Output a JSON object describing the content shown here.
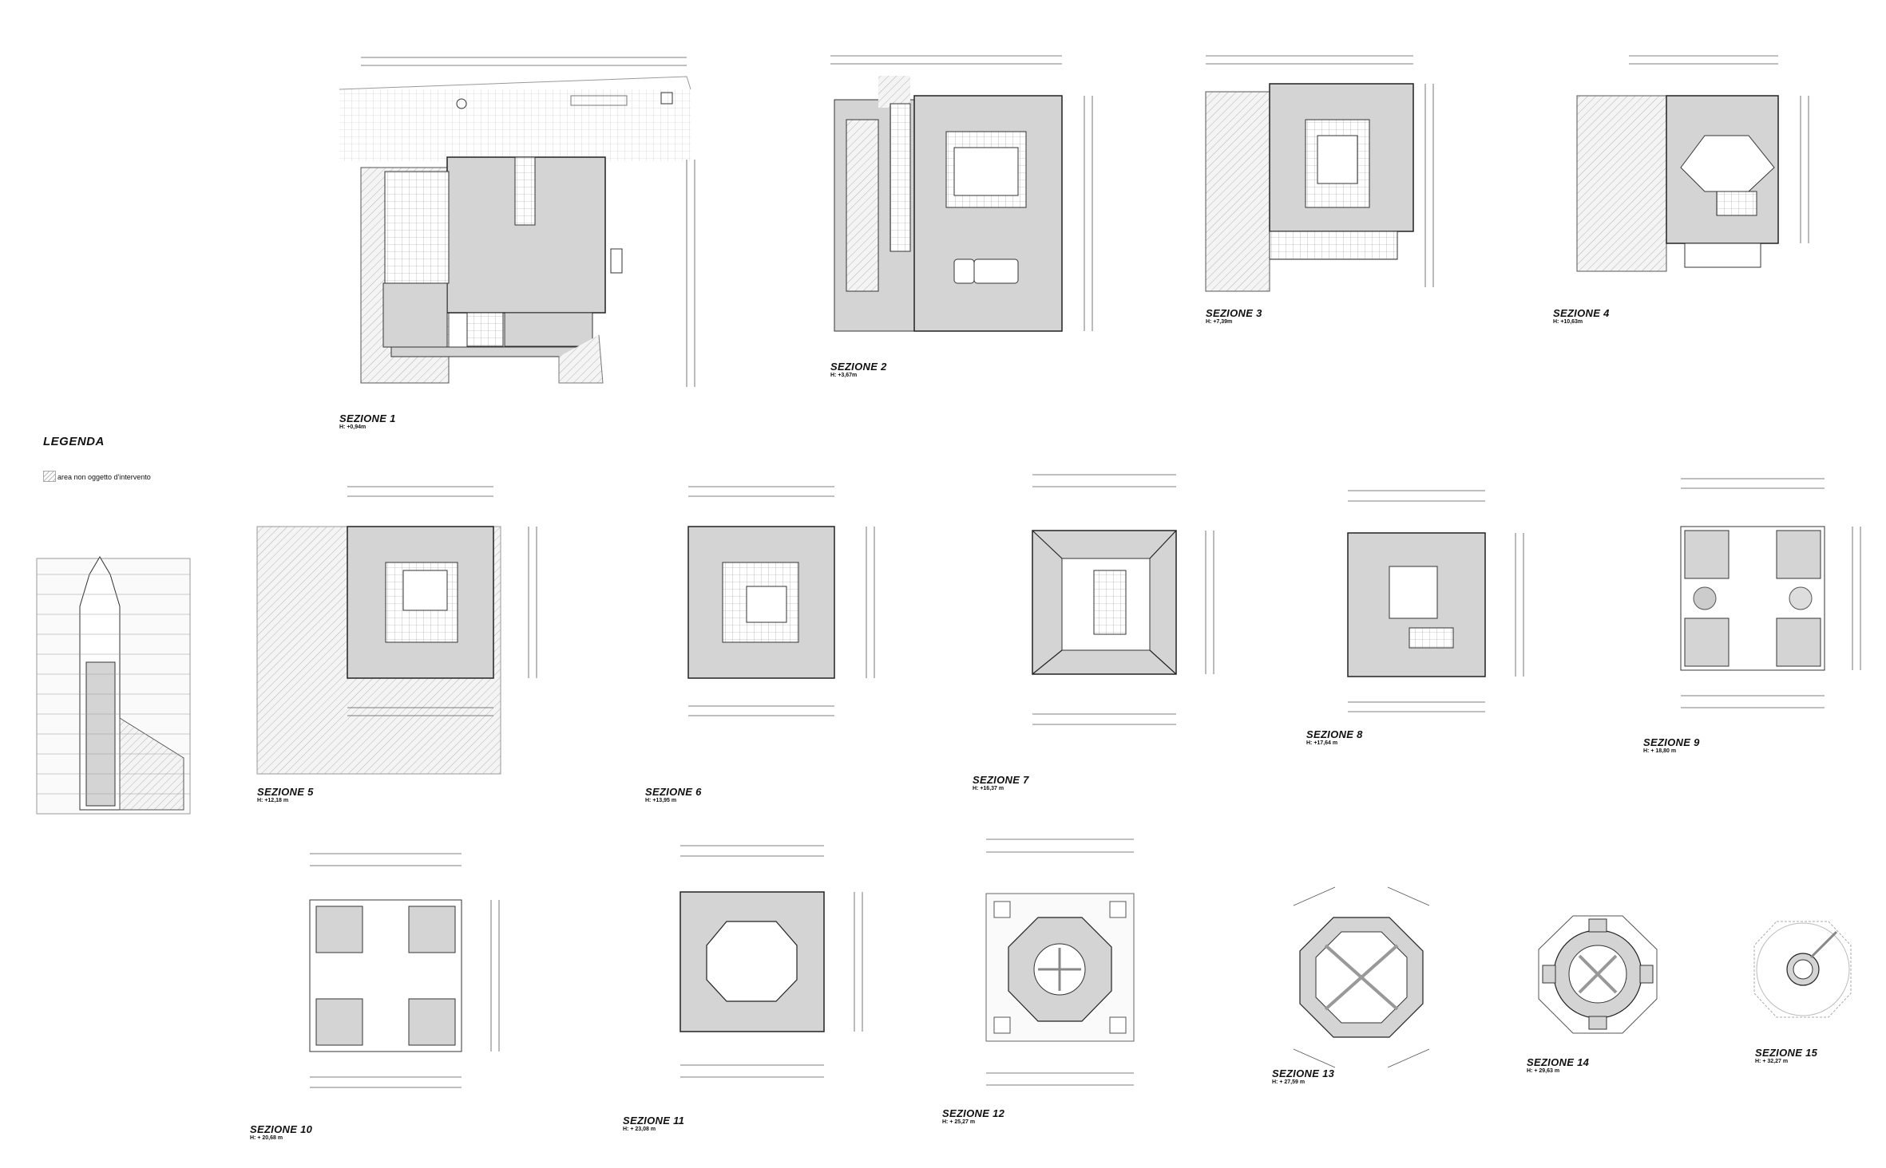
{
  "legend": {
    "title": "LEGENDA",
    "items": [
      {
        "label": "area non oggetto d'intervento"
      }
    ]
  },
  "sections": [
    {
      "name": "SEZIONE 1",
      "height": "H: +0,94m"
    },
    {
      "name": "SEZIONE 2",
      "height": "H: +3,67m"
    },
    {
      "name": "SEZIONE 3",
      "height": "H: +7,39m"
    },
    {
      "name": "SEZIONE 4",
      "height": "H: +10,63m"
    },
    {
      "name": "SEZIONE 5",
      "height": "H: +12,18 m"
    },
    {
      "name": "SEZIONE 6",
      "height": "H: +13,95 m"
    },
    {
      "name": "SEZIONE 7",
      "height": "H: +16,37 m"
    },
    {
      "name": "SEZIONE 8",
      "height": "H: +17,64 m"
    },
    {
      "name": "SEZIONE 9",
      "height": "H: + 18,80 m"
    },
    {
      "name": "SEZIONE 10",
      "height": "H: + 20,68 m"
    },
    {
      "name": "SEZIONE 11",
      "height": "H: + 23,08 m"
    },
    {
      "name": "SEZIONE 12",
      "height": "H: + 25,27 m"
    },
    {
      "name": "SEZIONE 13",
      "height": "H: + 27,59 m"
    },
    {
      "name": "SEZIONE 14",
      "height": "H: + 29,63 m"
    },
    {
      "name": "SEZIONE 15",
      "height": "H: + 32,27 m"
    }
  ],
  "colors": {
    "wall": "#d4d4d4",
    "line": "#2a2a2a",
    "hatch": "#b4b4b4",
    "dim": "#555555"
  }
}
